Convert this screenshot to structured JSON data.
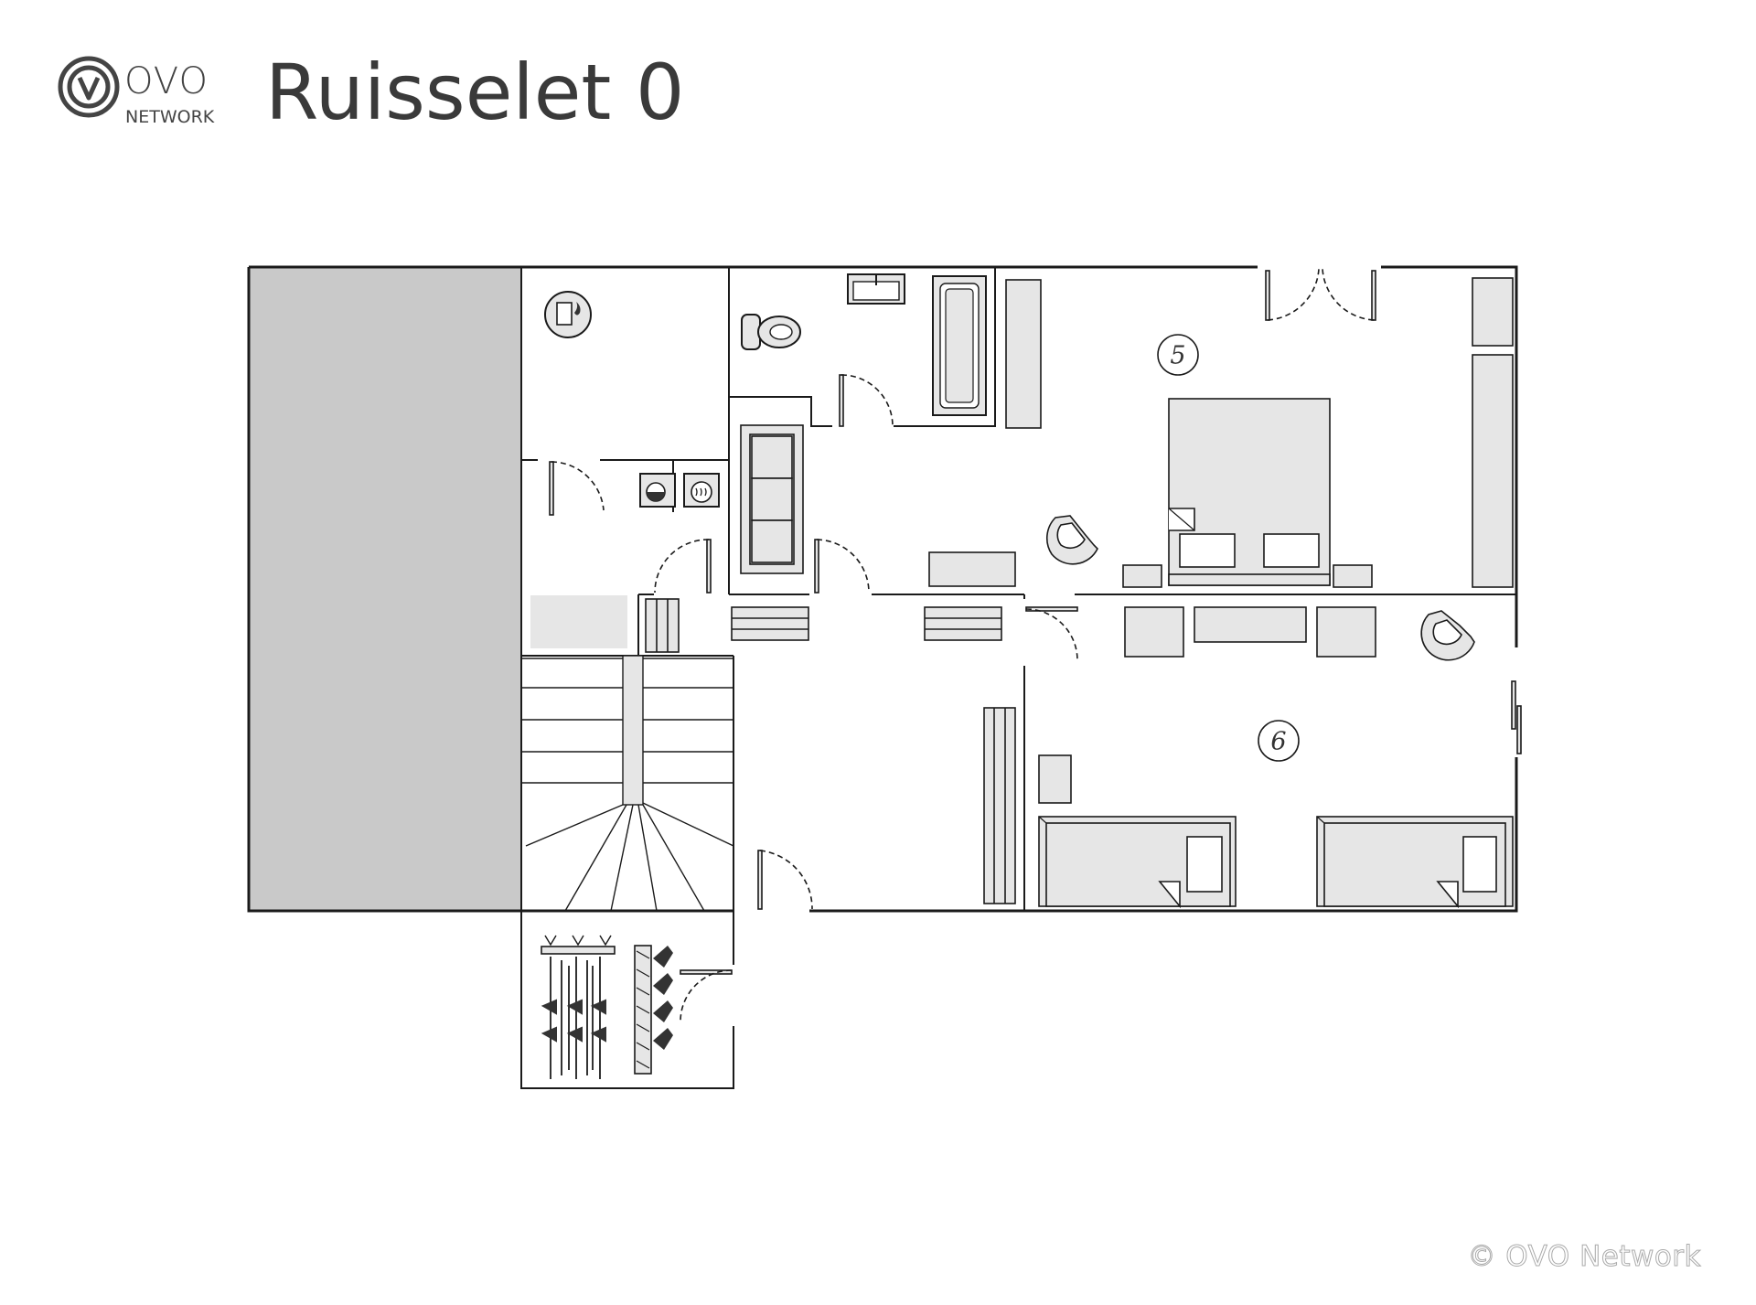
{
  "header": {
    "logo": {
      "brand": "OVO",
      "sub": "NETWORK"
    },
    "title": "Ruisselet 0"
  },
  "rooms": [
    {
      "id": "room-5",
      "label": "5"
    },
    {
      "id": "room-6",
      "label": "6"
    }
  ],
  "icons": [
    "boiler-icon",
    "washing-machine-icon",
    "dryer-icon",
    "sink-icon",
    "toilet-icon",
    "bathtub-icon",
    "sofa-icon",
    "double-bed-icon",
    "single-bed-icon",
    "armchair-icon",
    "ski-rack-icon",
    "boot-rack-icon",
    "staircase-icon"
  ],
  "colors": {
    "wall": "#1a1a1a",
    "unused_area": "#c9c9c9",
    "furniture_fill": "#e6e6e6",
    "furniture_stroke": "#333333"
  },
  "copyright": "© OVO Network"
}
